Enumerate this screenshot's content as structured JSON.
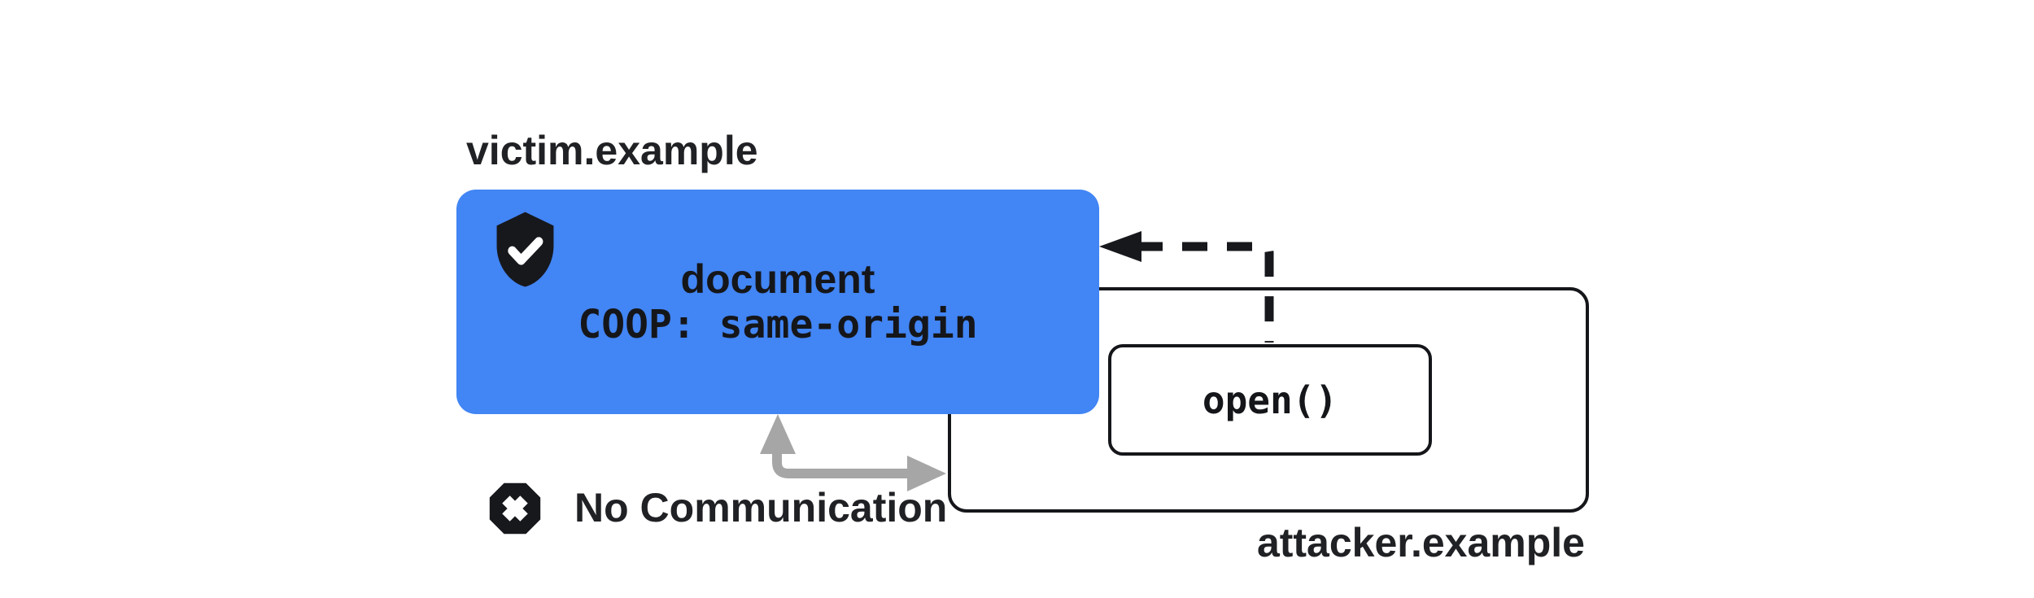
{
  "victim": {
    "domain_label": "victim.example",
    "box_line1": "document",
    "box_line2": "COOP: same-origin",
    "icon": "shield-check-icon"
  },
  "attacker": {
    "domain_label": "attacker.example",
    "open_label": "open()"
  },
  "blocked": {
    "label": "No Communication",
    "icon": "octagon-x-icon",
    "arrows": [
      "dashed-open-arrow",
      "blocked-communication-arrow"
    ]
  },
  "colors": {
    "background": "#ffffff",
    "victim_box_blue": "#4285f4",
    "outline_black": "#15161a",
    "label_text": "#202124",
    "arrow_gray": "#a6a6a6",
    "icon_black": "#17181c",
    "icon_glyph_white": "#ffffff"
  }
}
